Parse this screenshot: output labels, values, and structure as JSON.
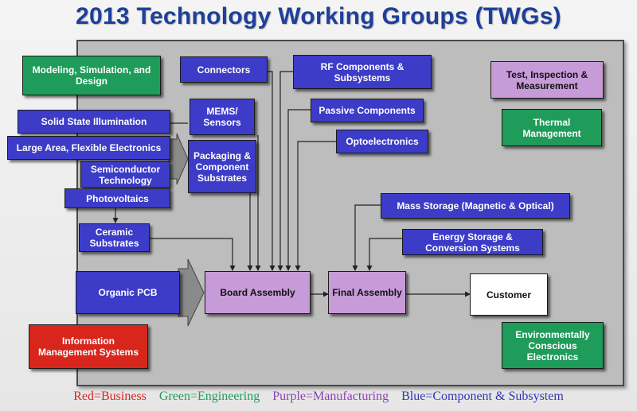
{
  "title": "2013 Technology Working Groups (TWGs)",
  "boxes": {
    "modeling": "Modeling, Simulation, and Design",
    "ssl": "Solid State Illumination",
    "large_area": "Large Area, Flexible Electronics",
    "semiconductor": "Semiconductor Technology",
    "photovoltaics": "Photovoltaics",
    "ceramic": "Ceramic Substrates",
    "organic_pcb": "Organic PCB",
    "info_mgmt": "Information Management Systems",
    "connectors": "Connectors",
    "mems": "MEMS/ Sensors",
    "packaging": "Packaging & Component Substrates",
    "rf": "RF Components & Subsystems",
    "passive": "Passive Components",
    "opto": "Optoelectronics",
    "test": "Test, Inspection & Measurement",
    "thermal": "Thermal Management",
    "mass_storage": "Mass Storage (Magnetic & Optical)",
    "energy_storage": "Energy Storage & Conversion Systems",
    "board_assembly": "Board Assembly",
    "final_assembly": "Final Assembly",
    "customer": "Customer",
    "env": "Environmentally Conscious Electronics"
  },
  "legend": {
    "red": "Red=Business",
    "green": "Green=Engineering",
    "purple": "Purple=Manufacturing",
    "blue": "Blue=Component & Subsystem"
  },
  "colors": {
    "business": "#d9261c",
    "engineering": "#1f9b5a",
    "manufacturing": "#c79ad8",
    "component": "#3c3cc8",
    "title": "#1e3f9a",
    "panel": "#bdbdbd"
  }
}
